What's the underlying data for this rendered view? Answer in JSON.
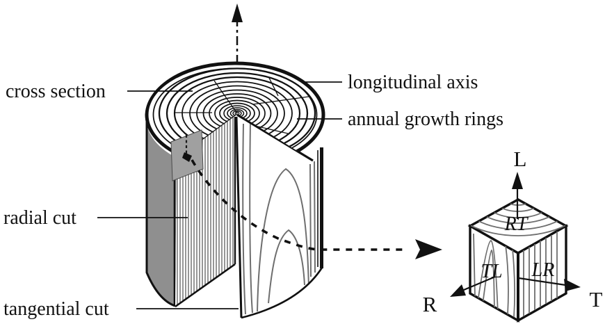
{
  "diagram": {
    "title_hint": "wood macro-structure diagram",
    "labels": {
      "cross_section": "cross section",
      "longitudinal_axis": "longitudinal axis",
      "annual_growth_rings": "annual growth rings",
      "radial_cut": "radial cut",
      "tangential_cut": "tangential cut"
    },
    "cube": {
      "axes": {
        "vertical": "L",
        "left": "R",
        "right": "T"
      },
      "faces": {
        "top": "RT",
        "left": "TL",
        "right": "LR"
      }
    },
    "colors": {
      "ink": "#111111",
      "bark_gray": "#8f8f8f",
      "patch_gray": "#a0a0a0",
      "grain_gray": "#6e6e6e",
      "background": "#ffffff"
    }
  }
}
